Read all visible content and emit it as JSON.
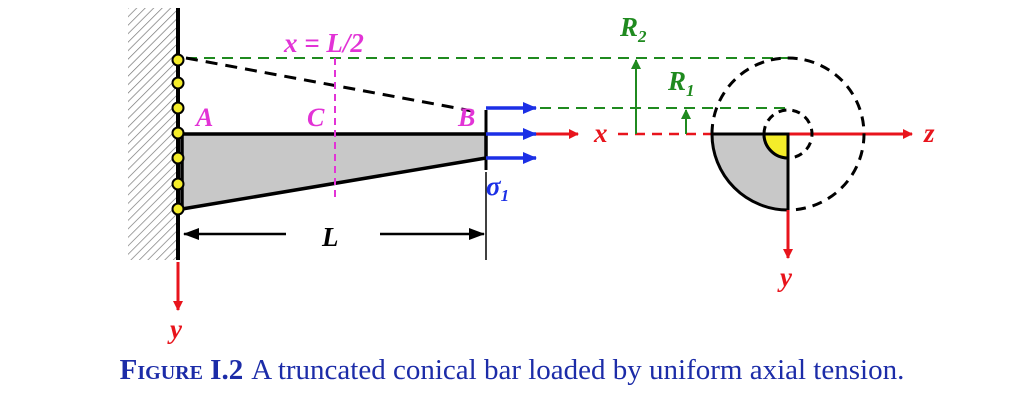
{
  "labels": {
    "x_mid": "x = L/2",
    "point_a": "A",
    "point_b": "B",
    "point_c": "C",
    "length": "L",
    "sigma": "σ",
    "sigma_sub": "1",
    "r2": "R",
    "r2_sub": "2",
    "r1": "R",
    "r1_sub": "1",
    "axis_x": "x",
    "axis_y_left": "y",
    "axis_y_right": "y",
    "axis_z": "z"
  },
  "caption": {
    "figure_label": "Figure I.2",
    "text": "A truncated conical bar loaded by uniform axial tension."
  },
  "colors": {
    "axis": "#e8141c",
    "magenta": "#e233d6",
    "green": "#1f8a1f",
    "blue": "#1b2fe6",
    "fill": "#c8c8c8",
    "yellow": "#f4ec2a",
    "caption": "#1c2ca8"
  }
}
